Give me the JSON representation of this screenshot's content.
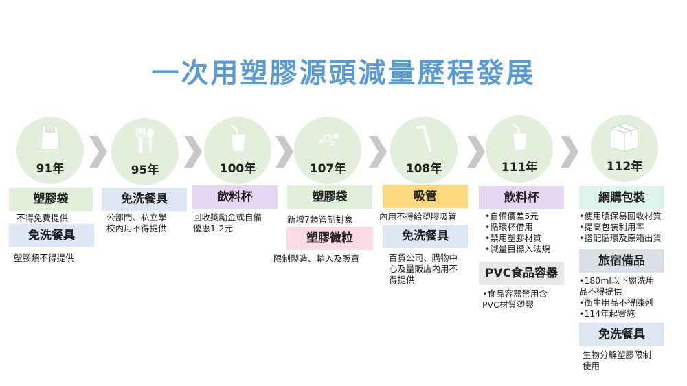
{
  "title": "一次用塑膠源頭減量歷程發展",
  "colors": {
    "title": "#5b9bd5",
    "circle": "#e3efdc",
    "arrow": "#c8c8c8",
    "green": "#e2efda",
    "blue": "#dde7f3",
    "purple": "#e6d5f3",
    "yellow": "#fdd97e",
    "pink": "#fadbe6",
    "gray": "#e8e8e8",
    "mint": "#dcf5ec",
    "slate": "#dadfe8"
  },
  "milestones": [
    {
      "year": "91年",
      "icon": "plastic-bag-icon",
      "items": [
        {
          "label": "塑膠袋",
          "text": "不得免費提供"
        },
        {
          "label": "免洗餐具",
          "text": "塑膠類不得提供"
        }
      ]
    },
    {
      "year": "95年",
      "icon": "fork-spoon-icon",
      "items": [
        {
          "label": "免洗餐具",
          "text": "公部門、私立學\n校內用不得提供"
        }
      ]
    },
    {
      "year": "100年",
      "icon": "drink-cup-icon",
      "items": [
        {
          "label": "飲料杯",
          "text": "回收獎勵金或自備\n優惠1-2元"
        }
      ]
    },
    {
      "year": "107年",
      "icon": "microbeads-icon",
      "items": [
        {
          "label": "塑膠袋",
          "text": "新增7類管制對象"
        },
        {
          "label": "塑膠微粒",
          "text": "限制製造、輸入及販賣"
        }
      ]
    },
    {
      "year": "108年",
      "icon": "straw-icon",
      "items": [
        {
          "label": "吸管",
          "text": "內用不得給塑膠吸管"
        },
        {
          "label": "免洗餐具",
          "text": "百貨公司、購物中\n心及量販店內用不\n得提供"
        }
      ]
    },
    {
      "year": "111年",
      "icon": "drink-cup-icon",
      "items": [
        {
          "label": "飲料杯",
          "text": "•自備價差5元\n•循環杯借用\n•禁用塑膠材質\n•減量目標入法規"
        },
        {
          "label": "PVC食品容器",
          "text": "•食品容器禁用含\n  PVC材質塑膠"
        }
      ]
    },
    {
      "year": "112年",
      "icon": "package-box-icon",
      "items": [
        {
          "label": "網購包裝",
          "text": "•使用環保易回收材質\n•提高包裝利用率\n•搭配循環及原箱出貨"
        },
        {
          "label": "旅宿備品",
          "text": "•180ml以下盥洗用\n  品不得提供\n•衛生用品不得陳列\n•114年起實施"
        },
        {
          "label": "免洗餐具",
          "text": "生物分解塑膠限制\n使用"
        }
      ]
    }
  ]
}
